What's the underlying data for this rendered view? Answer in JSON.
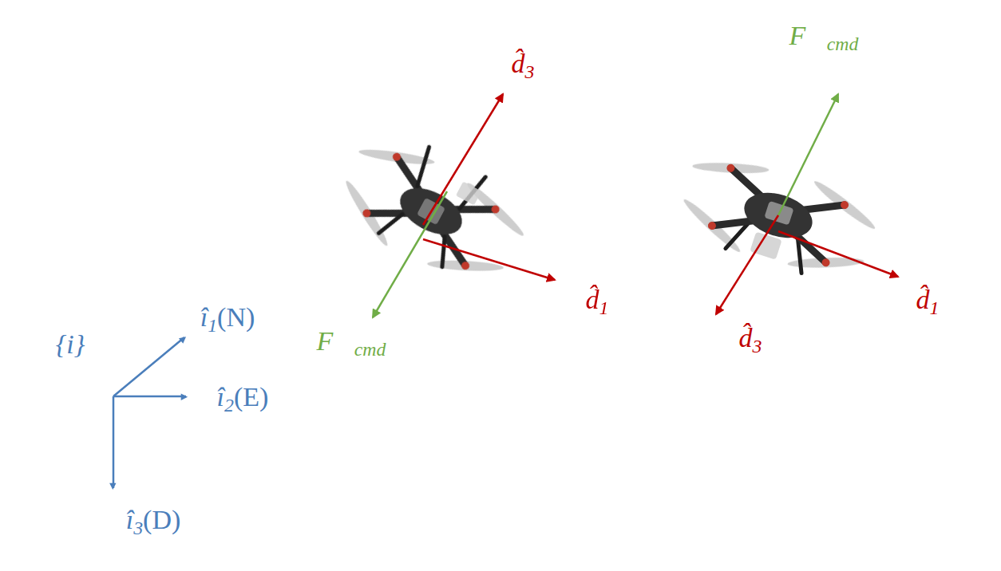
{
  "diagram": {
    "labels": [
      "{i}",
      "î1(N)",
      "î2(E)",
      "î3(D)",
      "d̂3",
      "F⃗cmd",
      "d̂1",
      "F⃗cmd",
      "d̂1",
      "d̂3"
    ]
  }
}
